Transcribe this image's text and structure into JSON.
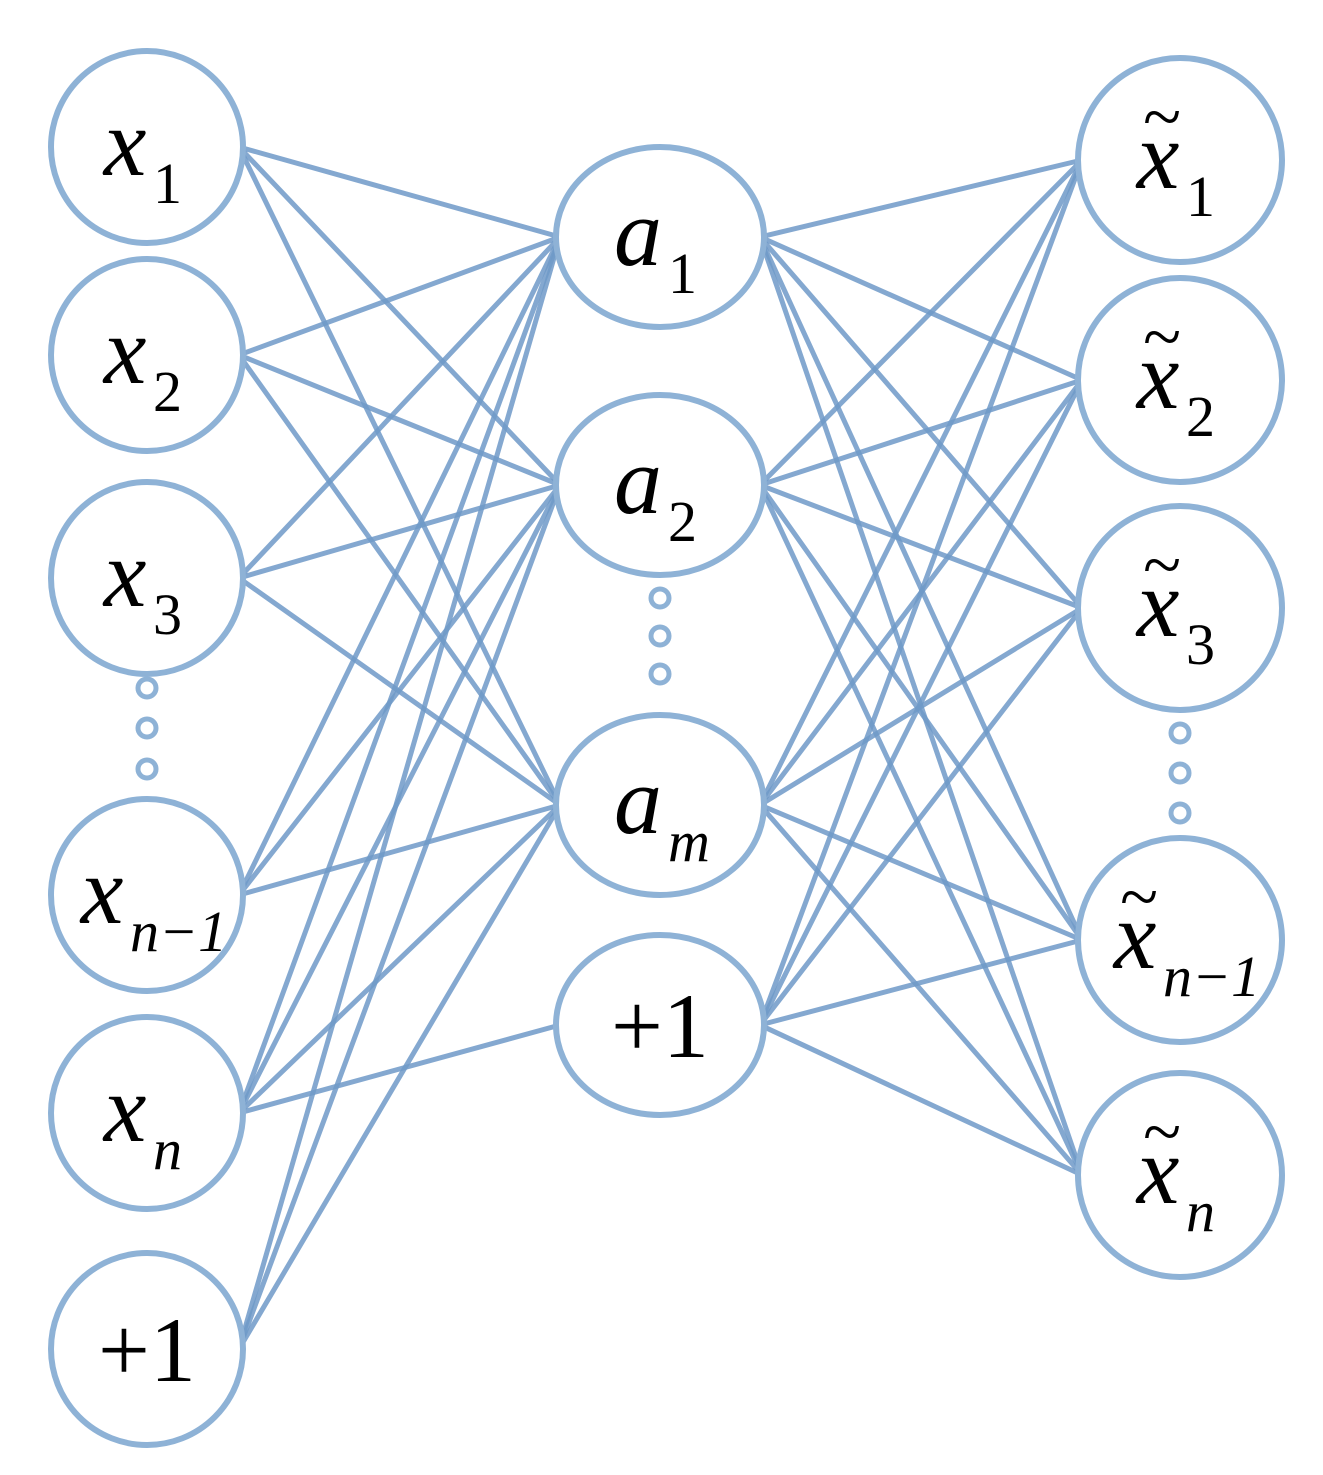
{
  "colors": {
    "node_stroke": "#8eb2d6",
    "edge": "#6f9ac8",
    "text": "#000000",
    "background": "#ffffff"
  },
  "layers": {
    "input": {
      "nodes": [
        {
          "id": "x1",
          "main": "x",
          "sub": "1",
          "tilde": false
        },
        {
          "id": "x2",
          "main": "x",
          "sub": "2",
          "tilde": false
        },
        {
          "id": "x3",
          "main": "x",
          "sub": "3",
          "tilde": false
        },
        {
          "id": "xn1",
          "main": "x",
          "sub": "n−1",
          "tilde": false
        },
        {
          "id": "xn",
          "main": "x",
          "sub": "n",
          "tilde": false
        },
        {
          "id": "bias_in",
          "main": "+1",
          "sub": "",
          "tilde": false
        }
      ]
    },
    "hidden": {
      "nodes": [
        {
          "id": "a1",
          "main": "a",
          "sub": "1",
          "tilde": false
        },
        {
          "id": "a2",
          "main": "a",
          "sub": "2",
          "tilde": false
        },
        {
          "id": "am",
          "main": "a",
          "sub": "m",
          "tilde": false
        },
        {
          "id": "bias_hidden",
          "main": "+1",
          "sub": "",
          "tilde": false
        }
      ]
    },
    "output": {
      "nodes": [
        {
          "id": "y1",
          "main": "x",
          "sub": "1",
          "tilde": true
        },
        {
          "id": "y2",
          "main": "x",
          "sub": "2",
          "tilde": true
        },
        {
          "id": "y3",
          "main": "x",
          "sub": "3",
          "tilde": true
        },
        {
          "id": "yn1",
          "main": "x",
          "sub": "n−1",
          "tilde": true
        },
        {
          "id": "yn",
          "main": "x",
          "sub": "n",
          "tilde": true
        }
      ]
    }
  }
}
